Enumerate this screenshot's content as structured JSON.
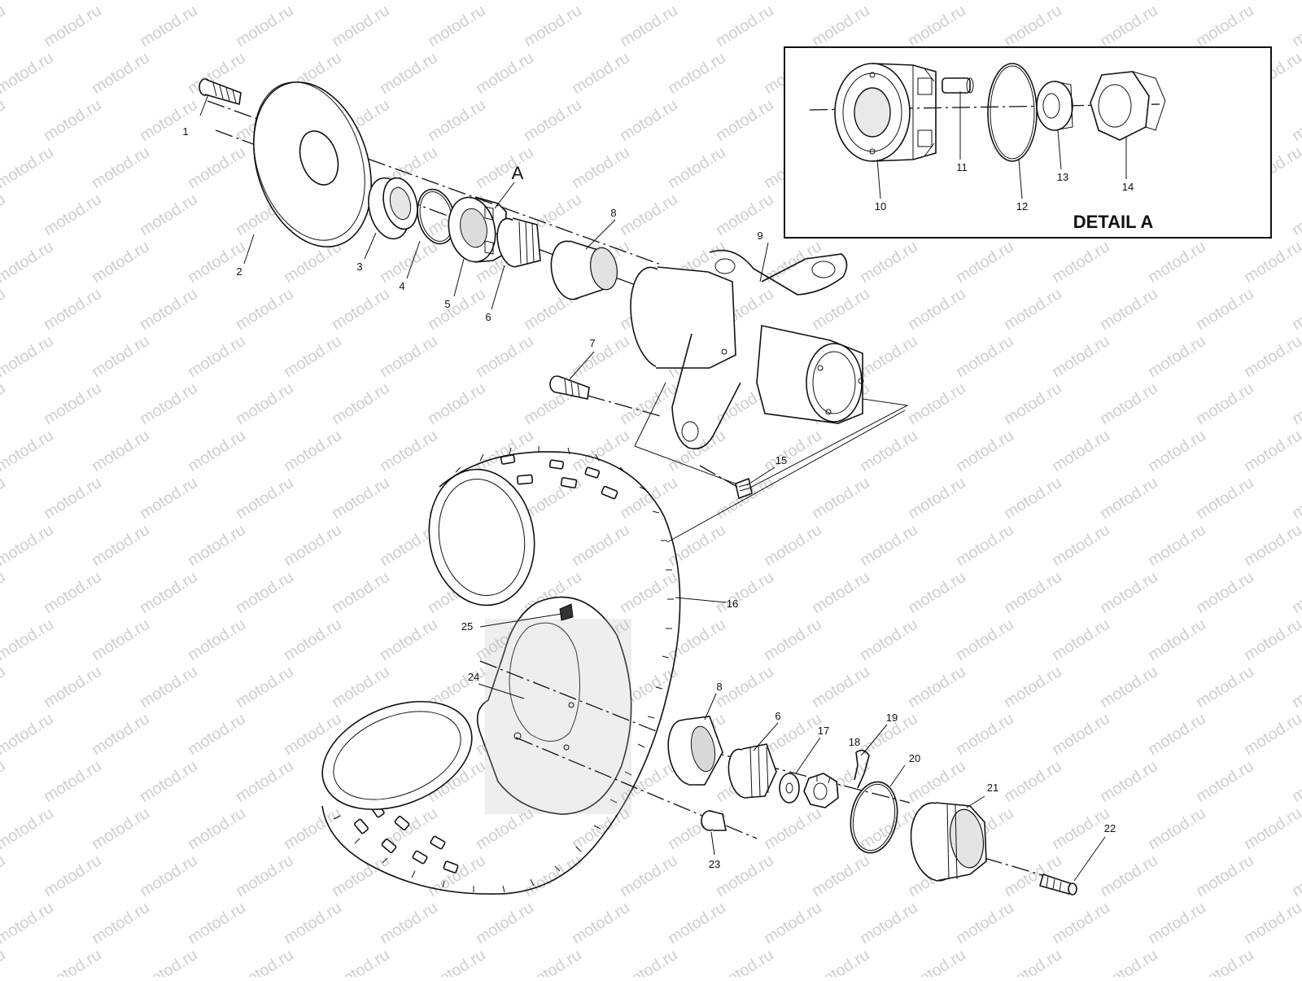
{
  "watermark": {
    "text": "motod.ru"
  },
  "detail": {
    "title": "DETAIL A"
  },
  "callouts": {
    "p1": "1",
    "p2": "2",
    "p3": "3",
    "p4": "4",
    "p5": "5",
    "p6": "6",
    "p7": "7",
    "p8": "8",
    "p9": "9",
    "p10": "10",
    "p11": "11",
    "p12": "12",
    "p13": "13",
    "p14": "14",
    "p15": "15",
    "p16": "16",
    "p17": "17",
    "p18": "18",
    "p19": "19",
    "p20": "20",
    "p21": "21",
    "p22": "22",
    "p23": "23",
    "p24": "24",
    "p25": "25",
    "p6b": "6",
    "p8b": "8",
    "detail_ref": "A"
  }
}
